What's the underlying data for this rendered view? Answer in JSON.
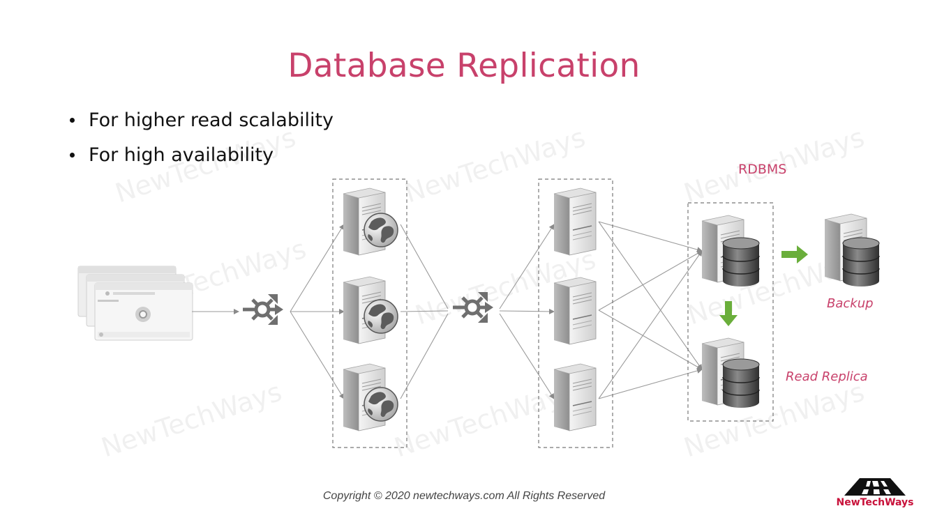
{
  "slide": {
    "title": "Database Replication",
    "bullets": [
      "For higher read scalability",
      "For high availability"
    ],
    "rdbms_label": "RDBMS",
    "backup_label": "Backup",
    "read_replica_label": "Read Replica",
    "copyright": "Copyright © 2020 newtechways.com All Rights Reserved",
    "logo_text": "NewTechWays",
    "watermark": "NewTechWays"
  },
  "colors": {
    "title": "#c8416b",
    "accent_label": "#c8416b",
    "arrow_green": "#6aae3b",
    "logo_red": "#c8113a",
    "connector": "#9a9a9a",
    "dashed_box": "#777777"
  },
  "icons": {
    "browser": "browser-windows-icon",
    "load_balancer": "load-balancer-icon",
    "web_server": "web-server-globe-icon",
    "app_server": "app-server-icon",
    "db_server": "database-server-icon",
    "arrow": "green-arrow-icon"
  }
}
